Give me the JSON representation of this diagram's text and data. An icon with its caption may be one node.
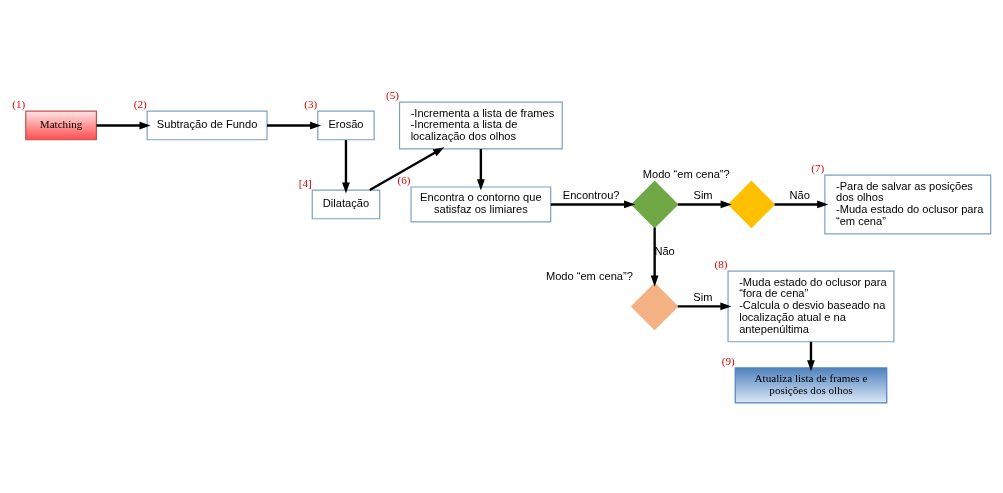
{
  "diagram": {
    "nodes": [
      {
        "text": [
          "Matching"
        ],
        "beside": [
          "(1)"
        ]
      },
      {
        "text": [
          "Subtração de Fundo"
        ],
        "beside": [
          "(2)"
        ]
      },
      {
        "text": [
          "Erosão"
        ],
        "beside": [
          "(3)"
        ]
      },
      {
        "text": [
          "Dilatação"
        ],
        "beside": [
          "[4]"
        ]
      },
      {
        "text": [
          "-Incrementa a lista de frames",
          "-Incrementa a lista de localização dos olhos"
        ],
        "beside": [
          "(5)"
        ]
      },
      {
        "text": [
          "Encontra o contorno que satisfaz os limiares"
        ],
        "beside": [
          "(6)"
        ]
      },
      {
        "text": [],
        "shape": "diamond"
      },
      {
        "text": [],
        "shape": "diamond",
        "beside": [
          "Modo “em cena”?"
        ]
      },
      {
        "text": [
          "-Para de salvar as posições dos olhos",
          "-Muda estado do oclusor para “em cena”"
        ],
        "beside": [
          "(7)"
        ]
      },
      {
        "text": [],
        "shape": "diamond",
        "beside": [
          "Modo “em cena”?"
        ]
      },
      {
        "text": [
          "-Muda estado do oclusor para “fora de cena”",
          "-Calcula o desvio baseado na localização atual e na antepenúltima"
        ],
        "beside": [
          "(8)"
        ]
      },
      {
        "text": [
          "Atualiza lista de frames e posições dos olhos"
        ],
        "beside": [
          "(9)"
        ]
      }
    ],
    "edges": [
      {
        "from": 0,
        "to": 1,
        "arrow": "to"
      },
      {
        "from": 1,
        "to": 2,
        "arrow": "to"
      },
      {
        "from": 2,
        "to": 3,
        "arrow": "to"
      },
      {
        "from": 3,
        "to": 4,
        "arrow": "to"
      },
      {
        "from": 4,
        "to": 5,
        "arrow": "to"
      },
      {
        "from": 5,
        "to": 6,
        "arrow": "to",
        "label": "Encontrou?"
      },
      {
        "from": 6,
        "to": 7,
        "arrow": "to",
        "label": "Sim"
      },
      {
        "from": 7,
        "to": 8,
        "arrow": "to",
        "label": "Não"
      },
      {
        "from": 6,
        "to": 9,
        "arrow": "to",
        "label": "Não"
      },
      {
        "from": 9,
        "to": 10,
        "arrow": "to",
        "label": "Sim"
      },
      {
        "from": 10,
        "to": 11,
        "arrow": "to"
      }
    ]
  }
}
